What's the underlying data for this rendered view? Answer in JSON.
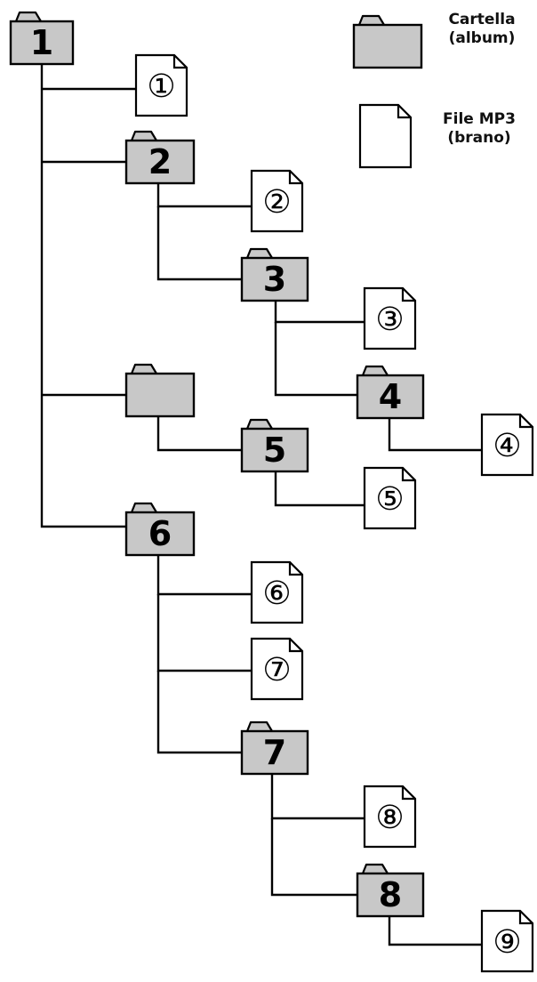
{
  "legend": {
    "folder_line1": "Cartella",
    "folder_line2": "(album)",
    "file_line1": "File MP3",
    "file_line2": "(brano)"
  },
  "colors": {
    "folder_fill": "#c8c8c8",
    "file_fill": "#ffffff",
    "stroke": "#000000"
  },
  "folders": [
    {
      "id": "f1",
      "label": "1"
    },
    {
      "id": "f2",
      "label": "2"
    },
    {
      "id": "f3",
      "label": "3"
    },
    {
      "id": "f4",
      "label": "4"
    },
    {
      "id": "fe",
      "label": ""
    },
    {
      "id": "f5",
      "label": "5"
    },
    {
      "id": "f6",
      "label": "6"
    },
    {
      "id": "f7",
      "label": "7"
    },
    {
      "id": "f8",
      "label": "8"
    }
  ],
  "files": [
    {
      "id": "t1",
      "label": "①"
    },
    {
      "id": "t2",
      "label": "②"
    },
    {
      "id": "t3",
      "label": "③"
    },
    {
      "id": "t4",
      "label": "④"
    },
    {
      "id": "t5",
      "label": "⑤"
    },
    {
      "id": "t6",
      "label": "⑥"
    },
    {
      "id": "t7",
      "label": "⑦"
    },
    {
      "id": "t8",
      "label": "⑧"
    },
    {
      "id": "t9",
      "label": "⑨"
    }
  ]
}
